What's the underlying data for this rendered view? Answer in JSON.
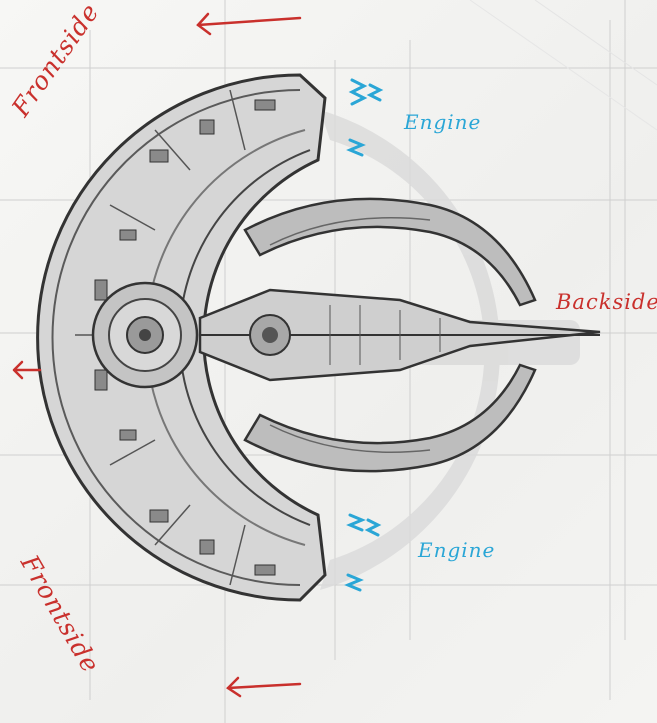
{
  "labels": {
    "frontside_top": "Frontside",
    "frontside_bottom": "Frontside",
    "engine_top": "Engine",
    "engine_bottom": "Engine",
    "backside": "Backside"
  },
  "colors": {
    "annotation_red": "#c9302c",
    "annotation_blue": "#2aa6d6",
    "hull_light": "#dcdcdc",
    "hull_mid": "#a9a9a9",
    "hull_dark": "#4a4a4a",
    "grid_line": "#cfcfcf"
  },
  "icons": {
    "direction_arrows": "left-arrow-icon",
    "engine_flames": "engine-exhaust-icon"
  }
}
